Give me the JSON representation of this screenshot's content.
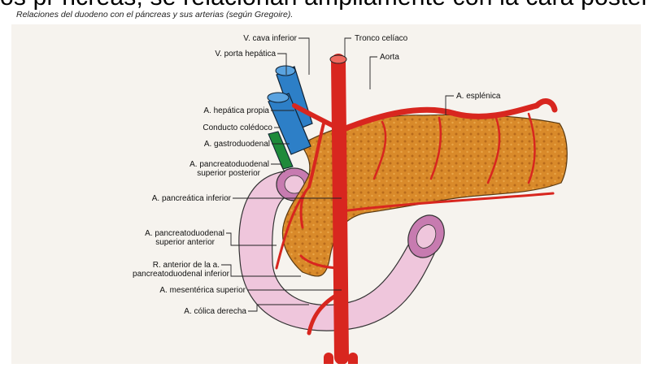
{
  "header": {
    "cutoff_text": "os pr ncreas, se relacionan ampliamente con la cara posterior del duodeno",
    "caption": "Relaciones del duodeno con el páncreas y sus arterias (según Gregoire)."
  },
  "labels": {
    "vena_cava": "V. cava inferior",
    "vena_porta": "V. porta hepática",
    "tronco_celiaco": "Tronco celíaco",
    "aorta": "Aorta",
    "esplenica": "A. esplénica",
    "hepatica_propia": "A. hepática propia",
    "coledoco": "Conducto colédoco",
    "gastroduodenal": "A. gastroduodenal",
    "psp_1": "A. pancreatoduodenal",
    "psp_2": "superior posterior",
    "pancreatica_inf": "A. pancreática inferior",
    "psa_1": "A. pancreatoduodenal",
    "psa_2": "superior anterior",
    "pdi_1": "R. anterior de la a.",
    "pdi_2": "pancreatoduodenal inferior",
    "mesenterica": "A. mesentérica superior",
    "colica": "A. cólica derecha"
  },
  "colors": {
    "artery": "#d8261f",
    "vein_blue": "#2d7fc7",
    "bile_green": "#1e8a3a",
    "pancreas": "#d98a2a",
    "duodenum": "#efc6dc",
    "paper": "#f6f3ee"
  }
}
